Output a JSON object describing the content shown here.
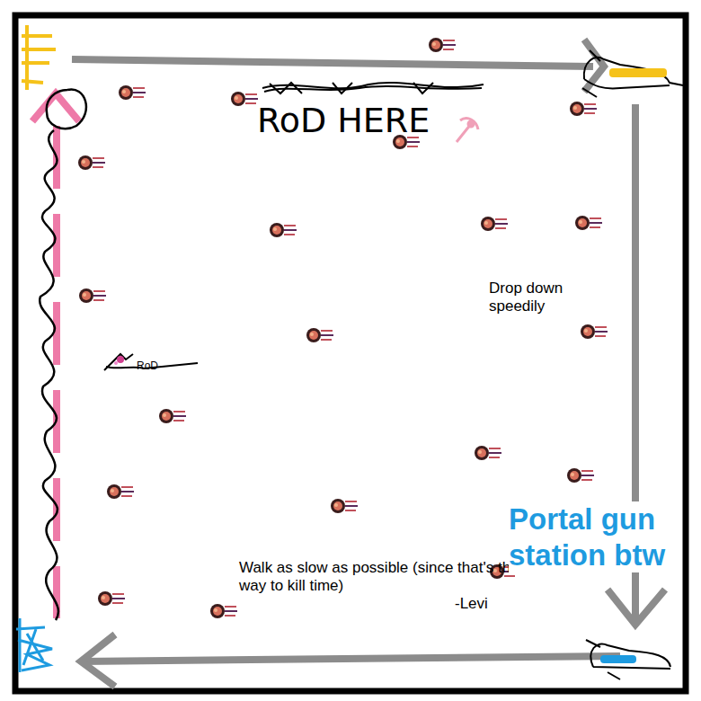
{
  "diagram": {
    "labels": [
      "RoD HERE",
      "RoD",
      "Drop down speedily",
      "Walk as slow as possible (since that's the best way to kill time)",
      "-Levi",
      "Portal gun station btw"
    ]
  }
}
